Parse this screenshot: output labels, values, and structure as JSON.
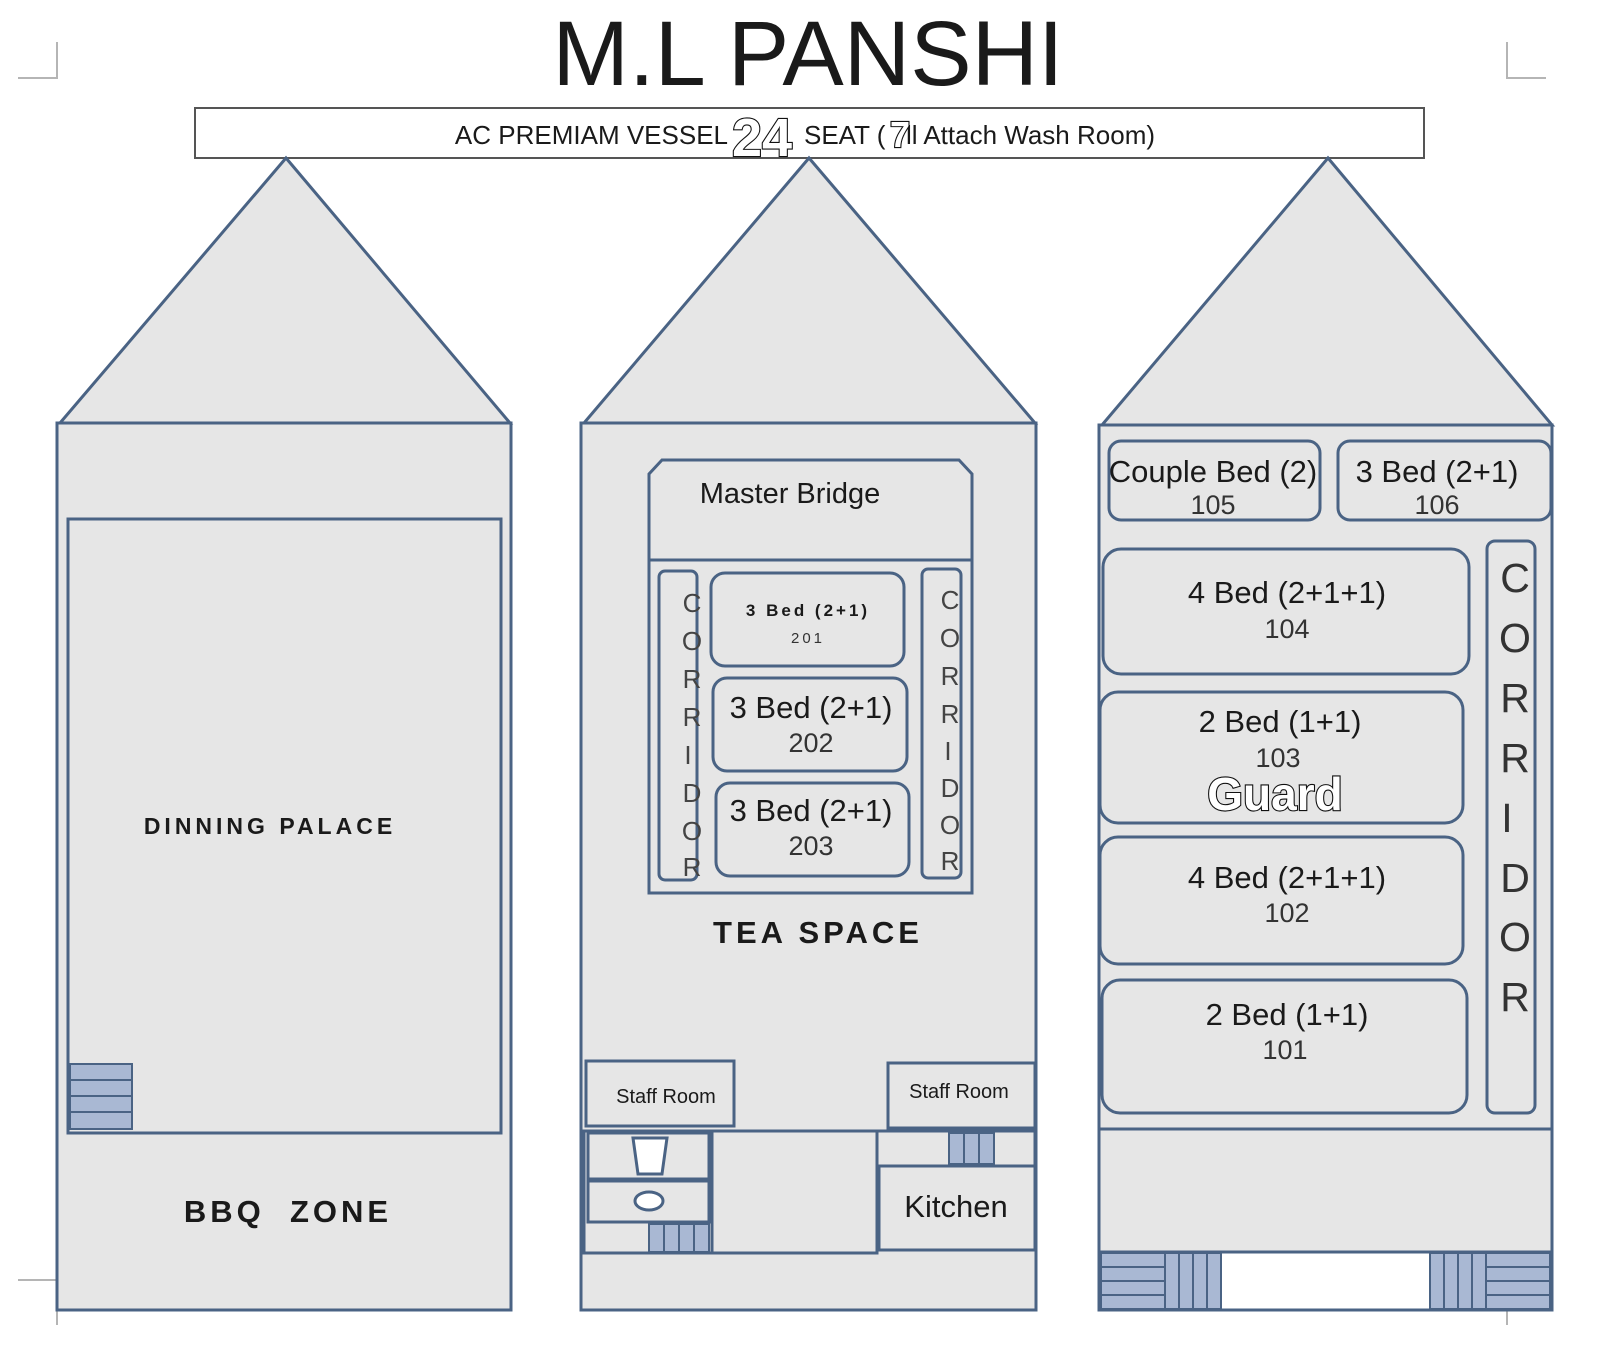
{
  "title": "M.L PANSHI",
  "banner": {
    "text_a": "AC PREMIAM VESSEL",
    "text_b": "SEAT (",
    "text_c": "ll Attach Wash Room)",
    "overlay_1": "24",
    "overlay_2": "7"
  },
  "decks": {
    "left": {
      "dining": "DINNING PALACE",
      "bbq": "BBQ  ZONE"
    },
    "middle": {
      "master_bridge": "Master Bridge",
      "corridor_letters": [
        "C",
        "O",
        "R",
        "R",
        "I",
        "D",
        "O",
        "R"
      ],
      "rooms": [
        {
          "type": "3 Bed (2+1)",
          "number": "201"
        },
        {
          "type": "3 Bed (2+1)",
          "number": "202"
        },
        {
          "type": "3 Bed (2+1)",
          "number": "203"
        }
      ],
      "tea_space": "TEA SPACE",
      "staff_room_left": "Staff Room",
      "staff_room_right": "Staff Room",
      "kitchen": "Kitchen"
    },
    "right": {
      "top_rooms": [
        {
          "type": "Couple Bed (2)",
          "number": "105"
        },
        {
          "type": "3 Bed (2+1)",
          "number": "106"
        }
      ],
      "rooms": [
        {
          "type": "4 Bed (2+1+1)",
          "number": "104"
        },
        {
          "type": "2 Bed (1+1)",
          "number": "103"
        },
        {
          "type": "4 Bed (2+1+1)",
          "number": "102"
        },
        {
          "type": "2 Bed (1+1)",
          "number": "101"
        }
      ],
      "guard": "Guard",
      "corridor_letters": [
        "C",
        "O",
        "R",
        "R",
        "I",
        "D",
        "O",
        "R"
      ]
    }
  },
  "colors": {
    "outline": "#4a6384",
    "fill": "#e6e6e6",
    "stairs": "#a9b8d3"
  }
}
